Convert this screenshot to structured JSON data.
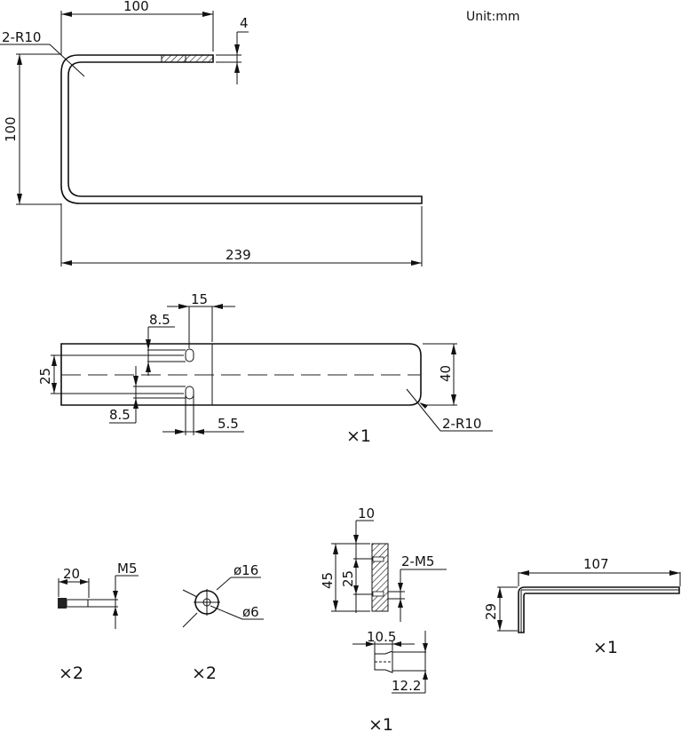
{
  "drawing": {
    "unit_label": "Unit:mm",
    "bracket": {
      "top_length": "100",
      "thickness": "4",
      "bend_radius": "2-R10",
      "height": "100",
      "total_length": "239"
    },
    "plate": {
      "slot_offset": "15",
      "slot_top_dim": "8.5",
      "slot_bottom_dim": "8.5",
      "slot_spacing": "25",
      "slot_width": "5.5",
      "width": "40",
      "corner_radius": "2-R10",
      "quantity": "×1"
    },
    "screw": {
      "length": "20",
      "thread": "M5",
      "quantity": "×2"
    },
    "washer": {
      "outer_diameter": "ø16",
      "inner_diameter": "ø6",
      "quantity": "×2"
    },
    "block": {
      "thickness": "10",
      "height": "45",
      "hole_spacing": "25",
      "thread": "2-M5",
      "plug_length": "10.5",
      "plug_diameter": "12.2",
      "quantity": "×1"
    },
    "hex_key": {
      "long_arm": "107",
      "short_arm": "29",
      "quantity": "×1"
    }
  }
}
